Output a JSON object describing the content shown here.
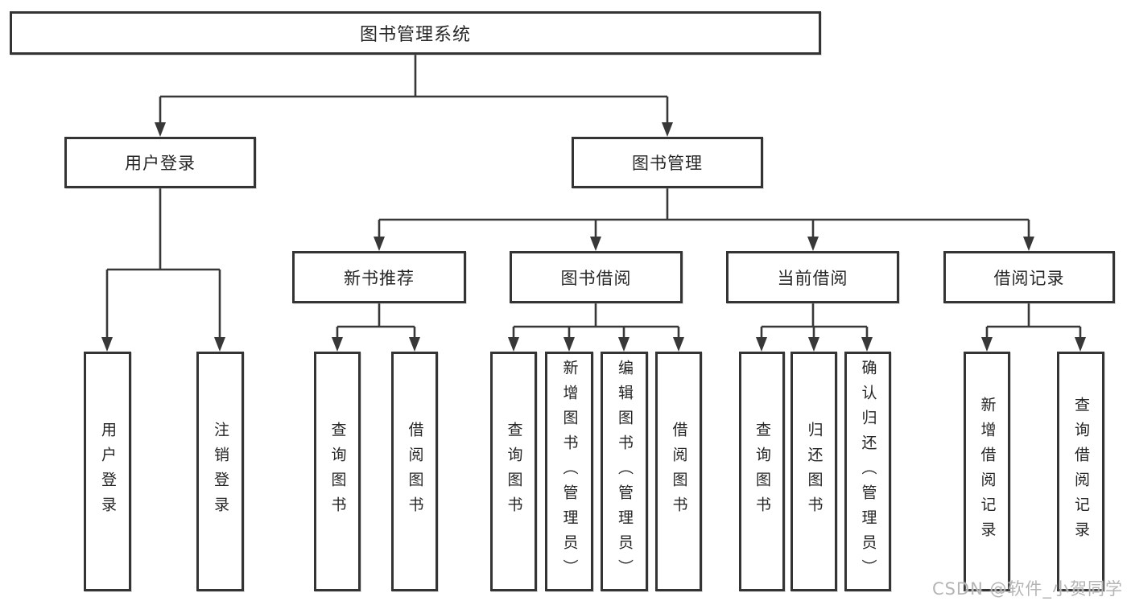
{
  "tree": {
    "root": {
      "label": "图书管理系统",
      "children": [
        {
          "label": "用户登录",
          "children": [
            {
              "label": "用户登录"
            },
            {
              "label": "注销登录"
            }
          ]
        },
        {
          "label": "图书管理",
          "children": [
            {
              "label": "新书推荐",
              "children": [
                {
                  "label": "查询图书"
                },
                {
                  "label": "借阅图书"
                }
              ]
            },
            {
              "label": "图书借阅",
              "children": [
                {
                  "label": "查询图书"
                },
                {
                  "label": "新增图书（管理员）"
                },
                {
                  "label": "编辑图书（管理员）"
                },
                {
                  "label": "借阅图书"
                }
              ]
            },
            {
              "label": "当前借阅",
              "children": [
                {
                  "label": "查询图书"
                },
                {
                  "label": "归还图书"
                },
                {
                  "label": "确认归还（管理员）"
                }
              ]
            },
            {
              "label": "借阅记录",
              "children": [
                {
                  "label": "新增借阅记录"
                },
                {
                  "label": "查询借阅记录"
                }
              ]
            }
          ]
        }
      ]
    }
  },
  "watermark": {
    "text": "CSDN @软件_小贺同学"
  },
  "colors": {
    "line": "#383838",
    "box_border": "#343434",
    "text": "#262626",
    "watermark": "#b5b5b5",
    "background": "#ffffff"
  }
}
